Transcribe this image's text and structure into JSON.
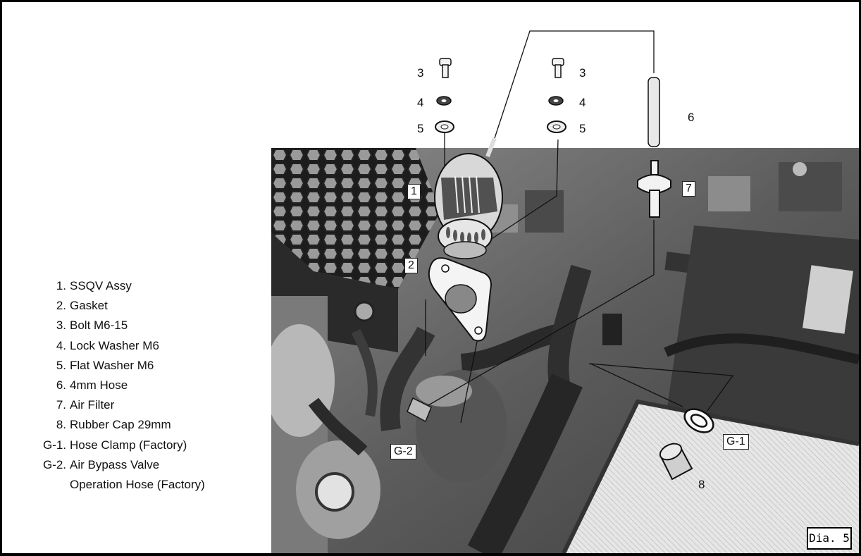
{
  "legend": [
    {
      "num": "1.",
      "text": "SSQV Assy"
    },
    {
      "num": "2.",
      "text": "Gasket"
    },
    {
      "num": "3.",
      "text": "Bolt M6-15"
    },
    {
      "num": "4.",
      "text": "Lock Washer M6"
    },
    {
      "num": "5.",
      "text": "Flat Washer M6"
    },
    {
      "num": "6.",
      "text": "4mm Hose"
    },
    {
      "num": "7.",
      "text": "Air Filter"
    },
    {
      "num": "8.",
      "text": "Rubber Cap 29mm"
    },
    {
      "num": "G-1.",
      "text": "Hose Clamp (Factory)"
    },
    {
      "num": "G-2.",
      "text": "Air Bypass Valve"
    },
    {
      "num": "",
      "text": "Operation Hose (Factory)"
    }
  ],
  "callouts": {
    "bolt_left": "3",
    "lock_left": "4",
    "flat_left": "5",
    "bolt_right": "3",
    "lock_right": "4",
    "flat_right": "5",
    "hose": "6",
    "cap": "8",
    "ssqv": "1",
    "gasket": "2",
    "filter": "7",
    "clamp": "G-1",
    "bypass": "G-2"
  },
  "diagram_label": "Dia. 5"
}
